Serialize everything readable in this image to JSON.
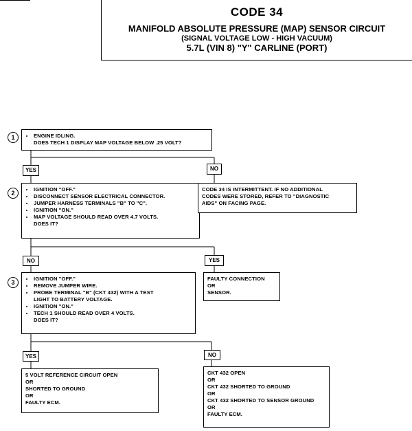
{
  "header": {
    "code": "CODE 34",
    "title": "MANIFOLD ABSOLUTE PRESSURE (MAP) SENSOR CIRCUIT",
    "subtitle": "(SIGNAL VOLTAGE LOW - HIGH VACUUM)",
    "engine": "5.7L  (VIN 8)  \"Y\"  CARLINE  (PORT)"
  },
  "steps": [
    {
      "number": "1",
      "items": [
        "ENGINE IDLING.",
        "DOES TECH 1 DISPLAY MAP VOLTAGE BELOW .25 VOLT?"
      ]
    },
    {
      "number": "2",
      "items": [
        "IGNITION \"OFF.\"",
        "DISCONNECT SENSOR ELECTRICAL CONNECTOR.",
        "JUMPER HARNESS TERMINALS \"B\" TO \"C\".",
        "IGNITION \"ON.\"",
        "MAP VOLTAGE SHOULD READ OVER 4.7 VOLTS.",
        "DOES IT?"
      ]
    },
    {
      "number": "3",
      "items": [
        "IGNITION \"OFF.\"",
        "REMOVE JUMPER WIRE.",
        "PROBE TERMINAL \"B\" (CKT 432) WITH A TEST",
        "LIGHT TO BATTERY VOLTAGE.",
        "IGNITION \"ON.\"",
        "TECH 1 SHOULD READ OVER 4 VOLTS.",
        "DOES IT?"
      ]
    }
  ],
  "labels": {
    "yes1": "YES",
    "no1": "NO",
    "no2": "NO",
    "yes2": "YES",
    "yes3": "YES",
    "no3": "NO"
  },
  "results": {
    "intermittent": "CODE 34 IS INTERMITTENT.  IF NO ADDITIONAL\nCODES WERE STORED, REFER TO \"DIAGNOSTIC\nAIDS\" ON FACING PAGE.",
    "faulty_connection": "FAULTY CONNECTION\nOR\nSENSOR.",
    "ref_circuit": "5 VOLT REFERENCE CIRCUIT OPEN\nOR\nSHORTED TO GROUND\nOR\nFAULTY ECM.",
    "ckt432": "CKT 432 OPEN\nOR\nCKT 432 SHORTED TO GROUND\nOR\nCKT 432 SHORTED TO SENSOR GROUND\nOR\nFAULTY ECM."
  }
}
